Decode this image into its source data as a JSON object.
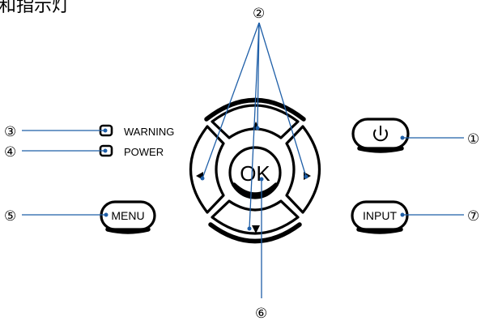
{
  "heading": "和指示灯",
  "indicators": [
    {
      "label": "WARNING"
    },
    {
      "label": "POWER"
    }
  ],
  "buttons": {
    "menu": "MENU",
    "input": "INPUT",
    "ok": "OK",
    "power_icon": "power-icon"
  },
  "arrow_icons": [
    "up-arrow-icon",
    "down-arrow-icon",
    "left-arrow-icon",
    "right-arrow-icon"
  ],
  "callouts": {
    "c1": "①",
    "c2": "②",
    "c3": "③",
    "c4": "④",
    "c5": "⑤",
    "c6": "⑥",
    "c7": "⑦"
  },
  "colors": {
    "leader_line": "#1f5fa8",
    "outline": "#000000"
  }
}
